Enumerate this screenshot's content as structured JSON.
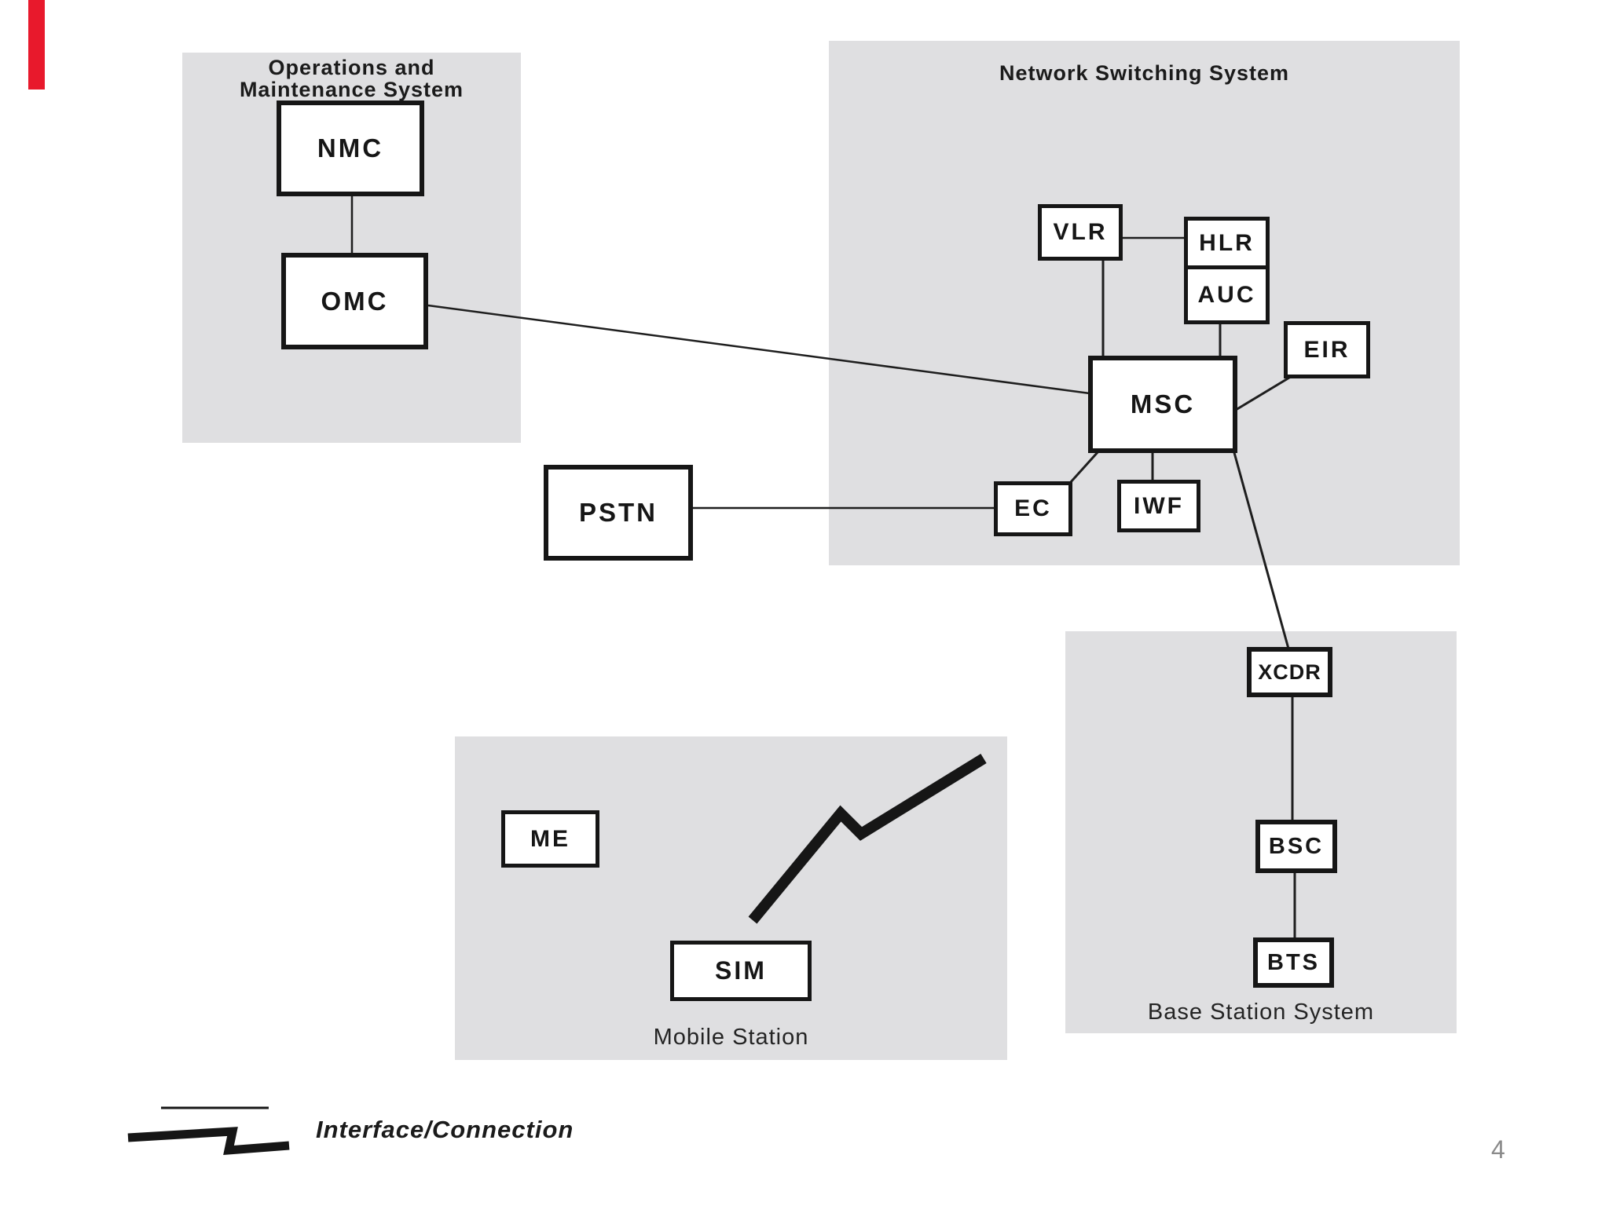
{
  "page": {
    "number": "4"
  },
  "colors": {
    "panel_bg": "#dfdfe1",
    "box_border": "#161616",
    "line": "#1e1e1e",
    "text": "#161616",
    "accent_red": "#e8192c",
    "page_number_gray": "#8a8a8a"
  },
  "panels": {
    "oms": {
      "title_line1": "Operations and",
      "title_line2": "Maintenance System"
    },
    "nss": {
      "title": "Network Switching System"
    },
    "ms": {
      "label": "Mobile Station"
    },
    "bss": {
      "label": "Base Station System"
    }
  },
  "nodes": {
    "nmc": {
      "label": "NMC"
    },
    "omc": {
      "label": "OMC"
    },
    "vlr": {
      "label": "VLR"
    },
    "hlr": {
      "label": "HLR"
    },
    "auc": {
      "label": "AUC"
    },
    "eir": {
      "label": "EIR"
    },
    "msc": {
      "label": "MSC"
    },
    "pstn": {
      "label": "PSTN"
    },
    "ec": {
      "label": "EC"
    },
    "iwf": {
      "label": "IWF"
    },
    "xcdr": {
      "label": "XCDR"
    },
    "bsc": {
      "label": "BSC"
    },
    "bts": {
      "label": "BTS"
    },
    "me": {
      "label": "ME"
    },
    "sim": {
      "label": "SIM"
    }
  },
  "legend": {
    "label": "Interface/Connection"
  }
}
